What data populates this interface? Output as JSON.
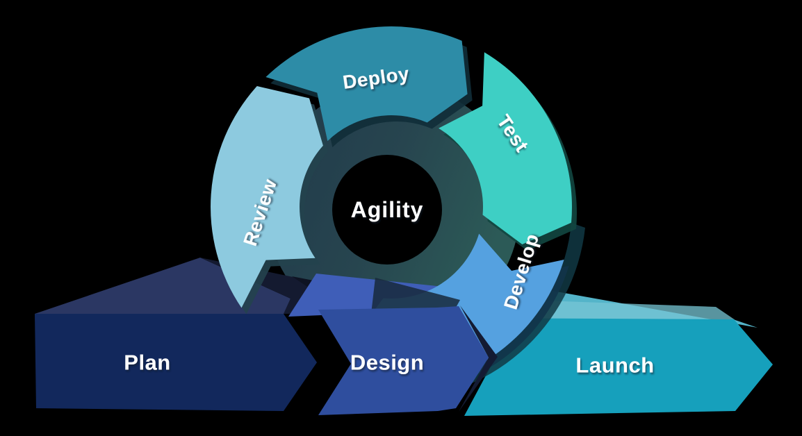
{
  "diagram": {
    "center_label": "Agility",
    "cycle": {
      "direction": "clockwise",
      "segments": [
        {
          "label": "Review"
        },
        {
          "label": "Deploy"
        },
        {
          "label": "Test"
        },
        {
          "label": "Develop"
        }
      ]
    },
    "flow": {
      "direction": "left-to-right",
      "steps": [
        {
          "label": "Plan"
        },
        {
          "label": "Design"
        },
        {
          "label": "Launch"
        }
      ]
    },
    "colors": {
      "review": "#8dcadf",
      "deploy": "#2d8ca7",
      "test": "#3ecfc4",
      "develop": "#55a1e0",
      "plan": "#12285c",
      "plan_top": "#2b3763",
      "plan_top_dark": "#141a30",
      "design": "#2f4e9e",
      "design_top": "#3f5eb8",
      "launch": "#16a0bc",
      "launch_top": "#54b4c9",
      "inner_disc": "#27454f",
      "background": "#000000",
      "label_text": "#ffffff"
    }
  }
}
